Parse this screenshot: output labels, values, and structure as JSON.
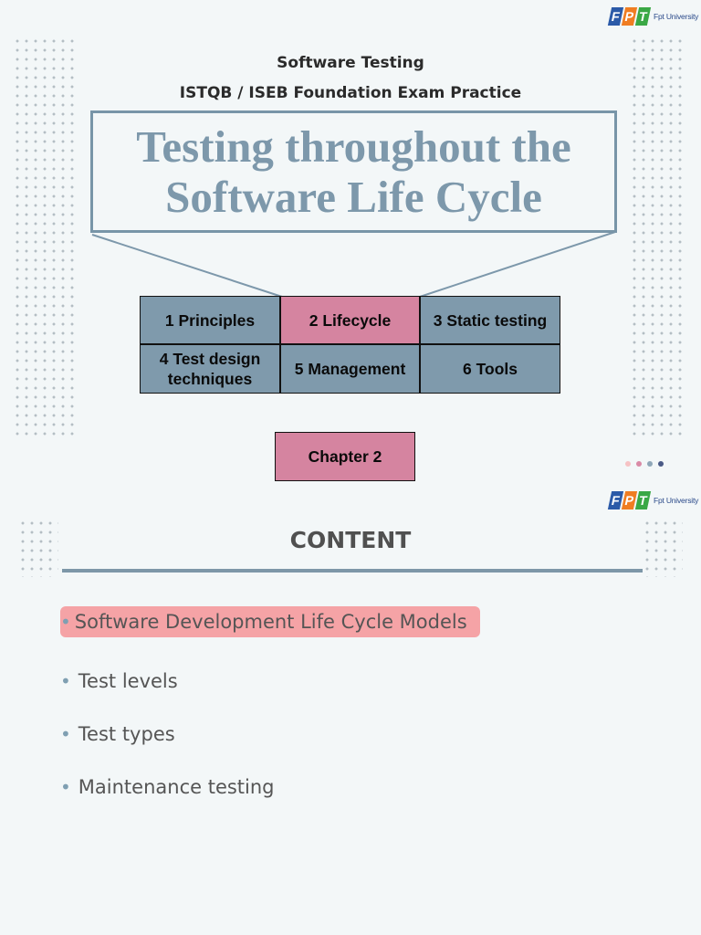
{
  "slide1": {
    "logo": {
      "letters": [
        "F",
        "P",
        "T"
      ],
      "name": "Fpt University"
    },
    "subtitle_1": "Software Testing",
    "subtitle_2": "ISTQB / ISEB Foundation Exam Practice",
    "title_line_1": "Testing throughout the",
    "title_line_2": "Software Life Cycle",
    "modules": [
      {
        "label": "1 Principles",
        "active": false
      },
      {
        "label": "2 Lifecycle",
        "active": true
      },
      {
        "label": "3 Static testing",
        "active": false
      },
      {
        "label": "4 Test design techniques",
        "active": false
      },
      {
        "label": "5 Management",
        "active": false
      },
      {
        "label": "6 Tools",
        "active": false
      }
    ],
    "chapter": "Chapter 2",
    "pager_colors": [
      "#f6c2c4",
      "#d98aa6",
      "#8fa7b8",
      "#4a5a86"
    ]
  },
  "slide2": {
    "logo": {
      "letters": [
        "F",
        "P",
        "T"
      ],
      "name": "Fpt University"
    },
    "heading": "CONTENT",
    "bullets": [
      {
        "text": "Software Development Life Cycle Models",
        "highlighted": true
      },
      {
        "text": "Test levels",
        "highlighted": false
      },
      {
        "text": "Test types",
        "highlighted": false
      },
      {
        "text": "Maintenance testing",
        "highlighted": false
      }
    ]
  },
  "colors": {
    "accent_blue": "#7d98ab",
    "accent_pink": "#d584a0",
    "highlight": "#f5a3a6",
    "logo_blue": "#2b5aa8",
    "logo_orange": "#f07d22",
    "logo_green": "#3aa845"
  }
}
